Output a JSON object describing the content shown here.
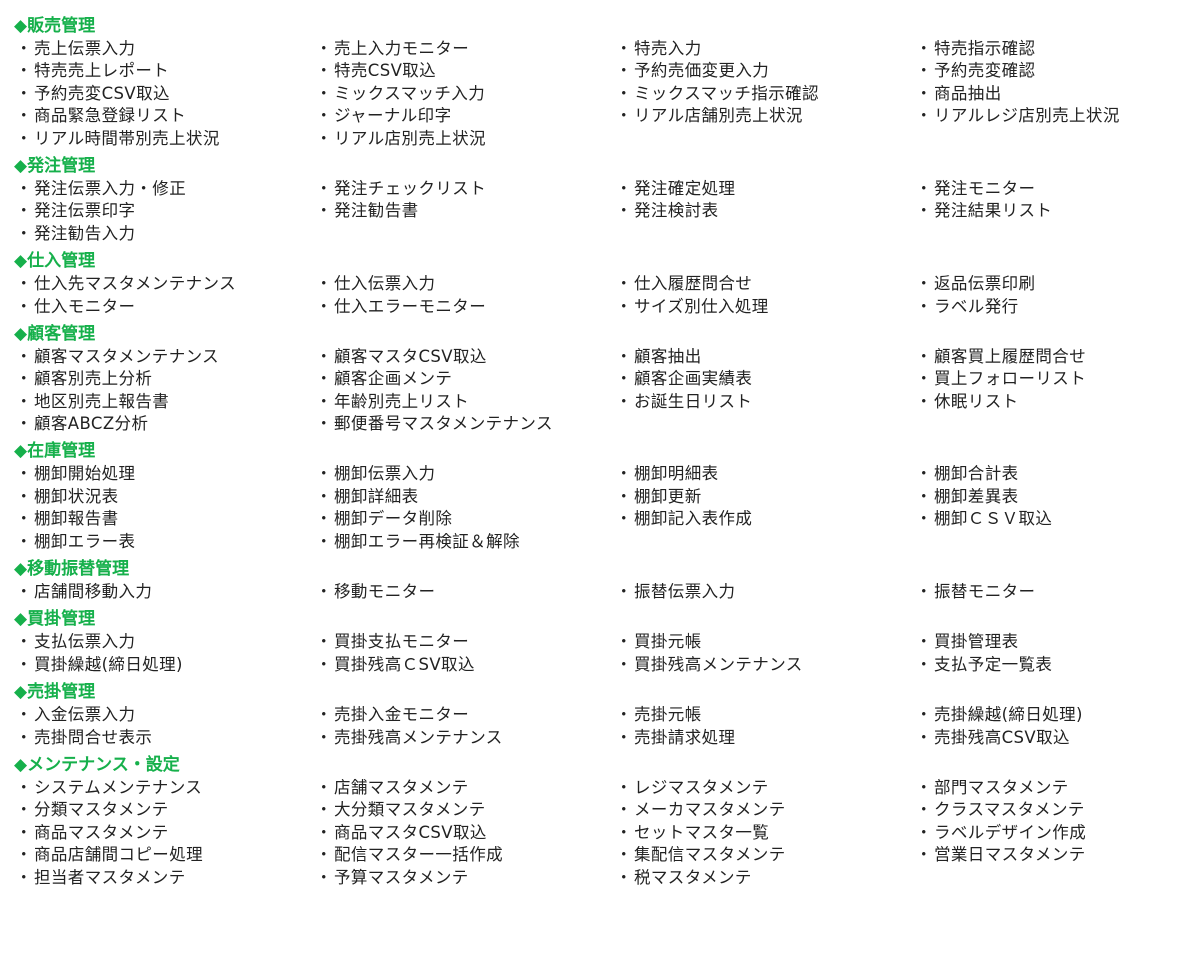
{
  "sections": [
    {
      "title": "◆販売管理",
      "items": [
        "売上伝票入力",
        "売上入力モニター",
        "特売入力",
        "特売指示確認",
        "特売売上レポート",
        "特売CSV取込",
        "予約売価変更入力",
        "予約売変確認",
        "予約売変CSV取込",
        "ミックスマッチ入力",
        "ミックスマッチ指示確認",
        "商品抽出",
        "商品緊急登録リスト",
        "ジャーナル印字",
        "リアル店舗別売上状況",
        "リアルレジ店別売上状況",
        "リアル時間帯別売上状況",
        "リアル店別売上状況"
      ]
    },
    {
      "title": "◆発注管理",
      "items": [
        "発注伝票入力・修正",
        "発注チェックリスト",
        "発注確定処理",
        "発注モニター",
        "発注伝票印字",
        "発注勧告書",
        "発注検討表",
        "発注結果リスト",
        "発注勧告入力"
      ]
    },
    {
      "title": "◆仕入管理",
      "items": [
        "仕入先マスタメンテナンス",
        "仕入伝票入力",
        "仕入履歴問合せ",
        "返品伝票印刷",
        "仕入モニター",
        "仕入エラーモニター",
        "サイズ別仕入処理",
        "ラベル発行"
      ]
    },
    {
      "title": "◆顧客管理",
      "items": [
        "顧客マスタメンテナンス",
        "顧客マスタCSV取込",
        "顧客抽出",
        "顧客買上履歴問合せ",
        "顧客別売上分析",
        "顧客企画メンテ",
        "顧客企画実績表",
        "買上フォローリスト",
        "地区別売上報告書",
        "年齢別売上リスト",
        "お誕生日リスト",
        "休眠リスト",
        "顧客ABCZ分析",
        "郵便番号マスタメンテナンス"
      ]
    },
    {
      "title": "◆在庫管理",
      "items": [
        "棚卸開始処理",
        "棚卸伝票入力",
        "棚卸明細表",
        "棚卸合計表",
        "棚卸状況表",
        "棚卸詳細表",
        "棚卸更新",
        "棚卸差異表",
        "棚卸報告書",
        "棚卸データ削除",
        "棚卸記入表作成",
        "棚卸ＣＳＶ取込",
        "棚卸エラー表",
        "棚卸エラー再検証＆解除"
      ]
    },
    {
      "title": "◆移動振替管理",
      "items": [
        "店舗間移動入力",
        "移動モニター",
        "振替伝票入力",
        "振替モニター"
      ]
    },
    {
      "title": "◆買掛管理",
      "items": [
        "支払伝票入力",
        "買掛支払モニター",
        "買掛元帳",
        "買掛管理表",
        "買掛繰越(締日処理)",
        "買掛残高ＣSV取込",
        "買掛残高メンテナンス",
        "支払予定一覧表"
      ]
    },
    {
      "title": "◆売掛管理",
      "items": [
        "入金伝票入力",
        "売掛入金モニター",
        "売掛元帳",
        "売掛繰越(締日処理)",
        "売掛問合せ表示",
        "売掛残高メンテナンス",
        "売掛請求処理",
        "売掛残高CSV取込"
      ]
    },
    {
      "title": "◆メンテナンス・設定",
      "items": [
        "システムメンテナンス",
        "店舗マスタメンテ",
        "レジマスタメンテ",
        "部門マスタメンテ",
        "分類マスタメンテ",
        "大分類マスタメンテ",
        "メーカマスタメンテ",
        "クラスマスタメンテ",
        "商品マスタメンテ",
        "商品マスタCSV取込",
        "セットマスタ一覧",
        "ラベルデザイン作成",
        "商品店舗間コピー処理",
        "配信マスター一括作成",
        "集配信マスタメンテ",
        "営業日マスタメンテ",
        "担当者マスタメンテ",
        "予算マスタメンテ",
        "税マスタメンテ"
      ]
    }
  ],
  "bullet": "・",
  "colors": {
    "heading": "#16b04b",
    "text": "#222222",
    "background": "#ffffff"
  }
}
